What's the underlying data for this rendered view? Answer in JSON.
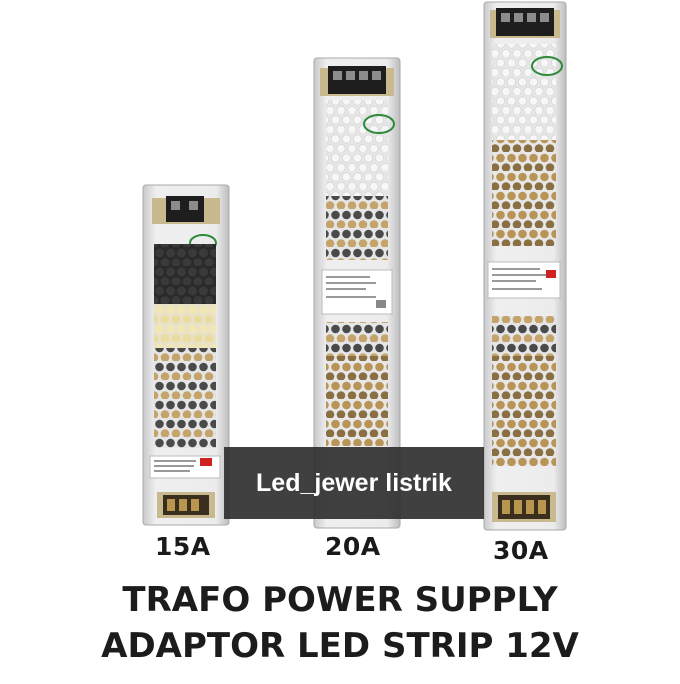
{
  "products": [
    {
      "rating": "15A"
    },
    {
      "rating": "20A"
    },
    {
      "rating": "30A"
    }
  ],
  "watermark": "Led_jewer listrik",
  "headline": {
    "line1": "TRAFO POWER SUPPLY",
    "line2": "ADAPTOR LED STRIP 12V"
  },
  "colors": {
    "casing": "#e9e9ea",
    "terminal": "#1e1e1e",
    "mesh_dark": "#2b2b2b",
    "component_warm": "#c9a55a",
    "badge_green": "#2f8a3a",
    "label_red": "#d02020"
  }
}
